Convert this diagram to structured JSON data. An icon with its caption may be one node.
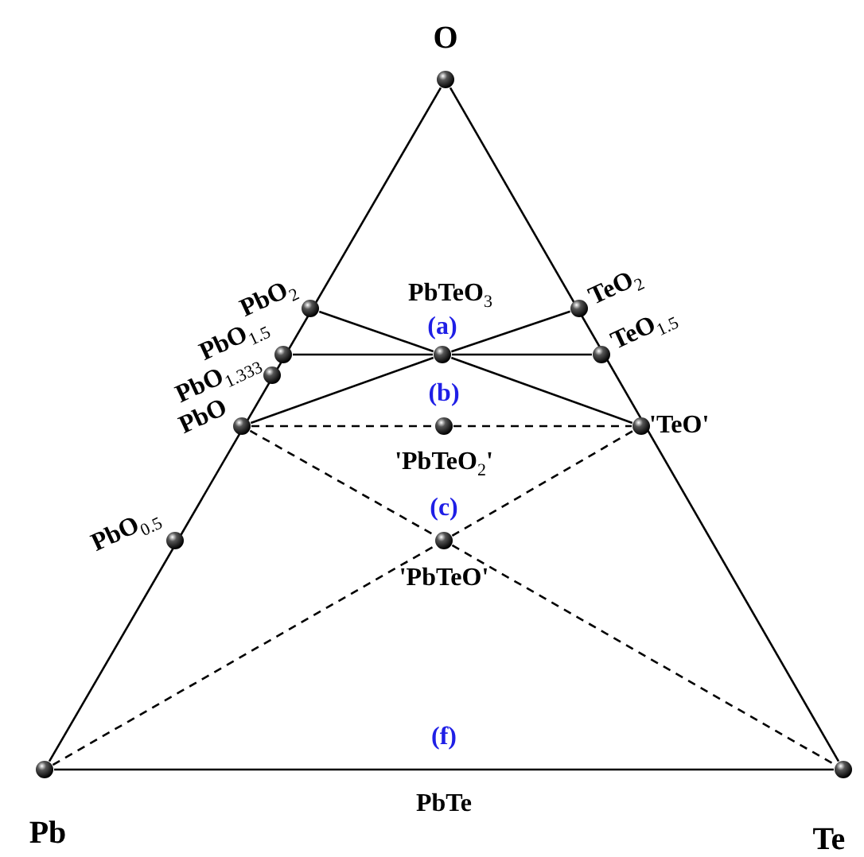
{
  "diagram": {
    "nodes": [
      {
        "text": [],
        "shape": "circle",
        "beside": [
          "O"
        ]
      },
      {
        "text": [],
        "shape": "circle",
        "beside": [
          "PbO$_{2}$"
        ]
      },
      {
        "text": [],
        "shape": "circle",
        "beside": [
          "PbO$_{1.5}$"
        ]
      },
      {
        "text": [],
        "shape": "circle",
        "beside": [
          "PbO$_{1.333}$"
        ]
      },
      {
        "text": [],
        "shape": "circle",
        "beside": [
          "PbO"
        ]
      },
      {
        "text": [],
        "shape": "circle",
        "beside": [
          "PbO$_{0.5}$"
        ]
      },
      {
        "text": [],
        "shape": "circle",
        "beside": [
          "TeO$_{2}$"
        ]
      },
      {
        "text": [],
        "shape": "circle",
        "beside": [
          "TeO$_{1.5}$"
        ]
      },
      {
        "text": [],
        "shape": "circle",
        "beside": [
          "'TeO'"
        ]
      },
      {
        "text": [],
        "shape": "circle",
        "beside": [
          "PbTeO$_{3}$",
          "(a)"
        ]
      },
      {
        "text": [],
        "shape": "circle",
        "beside": [
          "(b)",
          "'PbTeO$_{2}$'"
        ]
      },
      {
        "text": [],
        "shape": "circle",
        "beside": [
          "(c)",
          "'PbTeO'"
        ]
      },
      {
        "text": [],
        "shape": "circle",
        "beside": [
          "Pb"
        ]
      },
      {
        "text": [],
        "shape": "circle",
        "beside": [
          "Te"
        ]
      }
    ],
    "edges": [
      {
        "from": 0,
        "to": 12,
        "arrow": "none"
      },
      {
        "from": 0,
        "to": 13,
        "arrow": "none"
      },
      {
        "from": 12,
        "to": 13,
        "arrow": "none"
      },
      {
        "from": 1,
        "to": 9,
        "arrow": "none"
      },
      {
        "from": 9,
        "to": 8,
        "arrow": "none"
      },
      {
        "from": 4,
        "to": 9,
        "arrow": "none"
      },
      {
        "from": 9,
        "to": 6,
        "arrow": "none"
      },
      {
        "from": 2,
        "to": 9,
        "arrow": "none"
      },
      {
        "from": 9,
        "to": 7,
        "arrow": "none"
      },
      {
        "from": 4,
        "to": 10,
        "arrow": "none",
        "style": "dashed"
      },
      {
        "from": 10,
        "to": 8,
        "arrow": "none",
        "style": "dashed"
      },
      {
        "from": 4,
        "to": 11,
        "arrow": "none",
        "style": "dashed"
      },
      {
        "from": 11,
        "to": 13,
        "arrow": "none",
        "style": "dashed"
      },
      {
        "from": 12,
        "to": 11,
        "arrow": "none",
        "style": "dashed"
      },
      {
        "from": 11,
        "to": 8,
        "arrow": "none",
        "style": "dashed"
      }
    ],
    "labels": [
      "(f)",
      "PbTe"
    ]
  }
}
